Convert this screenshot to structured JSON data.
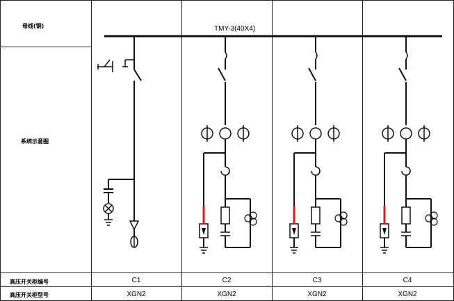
{
  "row_labels": {
    "busbar": "母线(铜)",
    "schematic": "系统示意图",
    "panel_number": "高压开关柜编号",
    "panel_model": "高压开关柜型号"
  },
  "busbar_spec": "TMY-3(40X4)",
  "panels": [
    {
      "number": "C1",
      "model": "XGN2"
    },
    {
      "number": "C2",
      "model": "XGN2"
    },
    {
      "number": "C3",
      "model": "XGN2"
    },
    {
      "number": "C4",
      "model": "XGN2"
    }
  ],
  "colors": {
    "line": "#111111",
    "highlight": "#e8141b"
  }
}
